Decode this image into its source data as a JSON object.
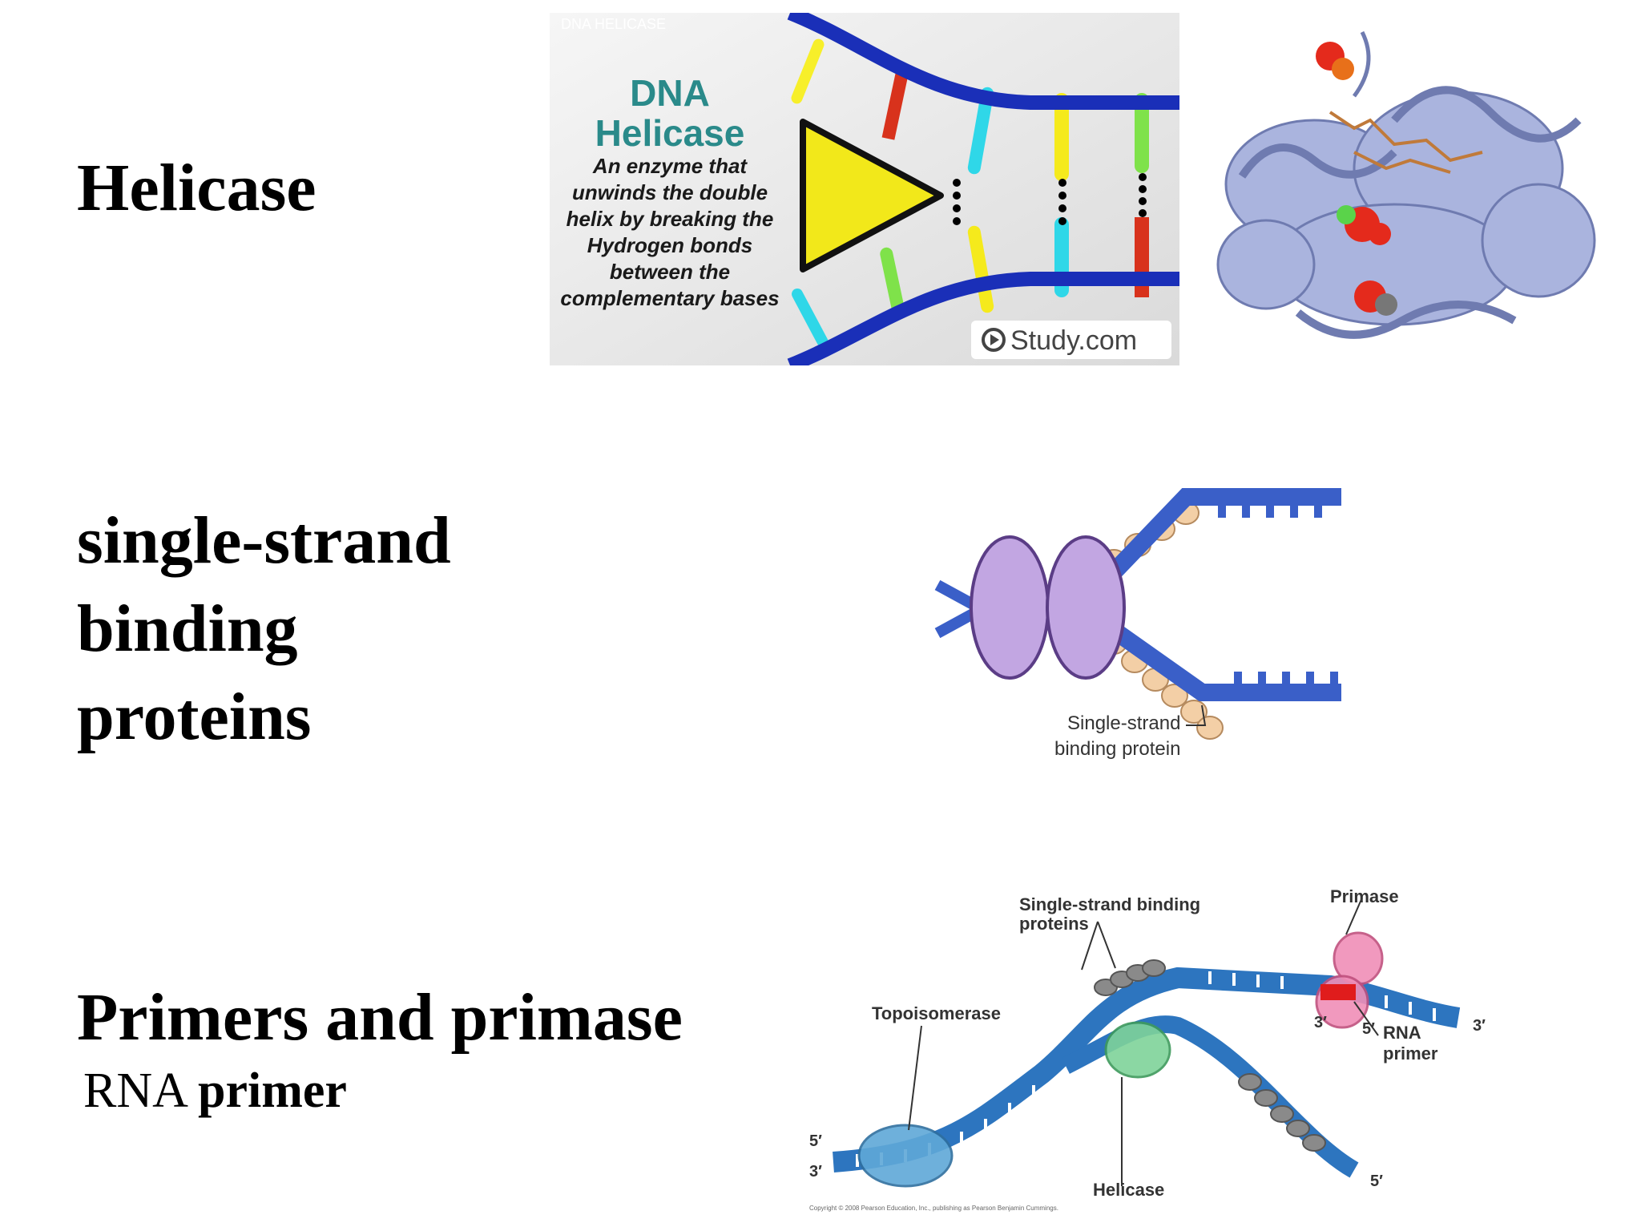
{
  "slide": {
    "helicase_heading": "Helicase",
    "ssb_heading_lines": [
      "single-strand",
      "binding",
      "proteins"
    ],
    "primers_heading": "Primers and primase",
    "primer_sub_plain": "RNA",
    "primer_sub_bold": "primer"
  },
  "helicase_card": {
    "corner_tag": "DNA HELICASE",
    "title_line1": "DNA",
    "title_line2": "Helicase",
    "desc_lines": [
      "An enzyme that",
      "unwinds the double",
      "helix by breaking the",
      "Hydrogen bonds",
      "between the",
      "complementary bases"
    ],
    "watermark": "Study.com",
    "colors": {
      "strand": "#1a2fb8",
      "title": "#2a8a8a",
      "arrow": "#f2e81a"
    }
  },
  "ssb_figure": {
    "label_line1": "Single-strand",
    "label_line2": "binding protein"
  },
  "fork_figure": {
    "ssb_label_line1": "Single-strand binding",
    "ssb_label_line2": "proteins",
    "primase_label": "Primase",
    "topo_label": "Topoisomerase",
    "helicase_label": "Helicase",
    "rna_primer_line1": "RNA",
    "rna_primer_line2": "primer",
    "end_3prime": "3′",
    "end_5prime": "5′",
    "copyright": "Copyright © 2008 Pearson Education, Inc., publishing as Pearson Benjamin Cummings."
  }
}
